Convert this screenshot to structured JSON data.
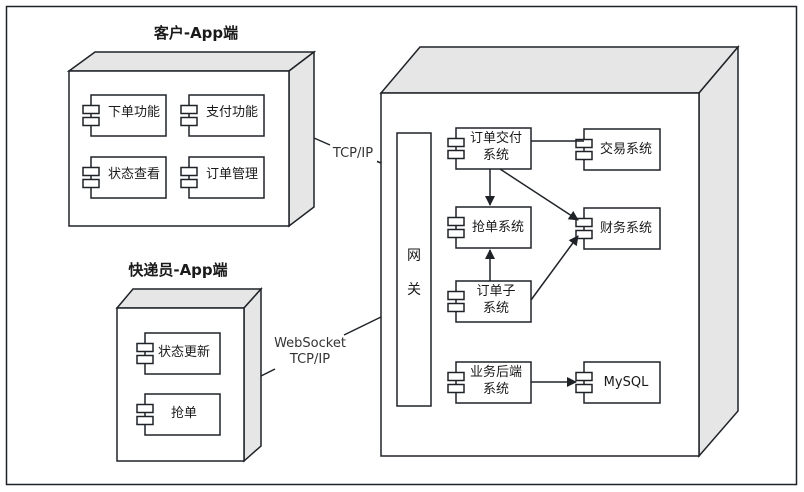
{
  "diagram": {
    "type": "UML deployment diagram",
    "colors": {
      "stroke": "#1f2328",
      "node_side": "#e6e6e6",
      "node_front": "#ffffff",
      "background": "#ffffff"
    },
    "nodes": {
      "customer": {
        "title": "客户-App端",
        "components": [
          "下单功能",
          "支付功能",
          "状态查看",
          "订单管理"
        ]
      },
      "courier": {
        "title": "快递员-App端",
        "components": [
          "状态更新",
          "抢单"
        ]
      },
      "server": {
        "gateway": {
          "line1": "网",
          "line2": "关"
        },
        "components": {
          "order_delivery": {
            "line1": "订单交付",
            "line2": "系统"
          },
          "trade": "交易系统",
          "grab": "抢单系统",
          "finance": "财务系统",
          "order_sub": {
            "line1": "订单子",
            "line2": "系统"
          },
          "business_backend": {
            "line1": "业务后端",
            "line2": "系统"
          },
          "mysql": "MySQL"
        }
      }
    },
    "connections": {
      "customer_to_server": "TCP/IP",
      "courier_to_server": {
        "line1": "WebSocket",
        "line2": "TCP/IP"
      }
    },
    "edges": [
      {
        "from": "订单交付系统",
        "to": "交易系统",
        "style": "line"
      },
      {
        "from": "订单交付系统",
        "to": "抢单系统",
        "style": "arrow"
      },
      {
        "from": "订单交付系统",
        "to": "财务系统",
        "style": "arrow"
      },
      {
        "from": "订单子系统",
        "to": "抢单系统",
        "style": "arrow"
      },
      {
        "from": "订单子系统",
        "to": "财务系统",
        "style": "arrow"
      },
      {
        "from": "业务后端系统",
        "to": "MySQL",
        "style": "arrow"
      }
    ]
  }
}
